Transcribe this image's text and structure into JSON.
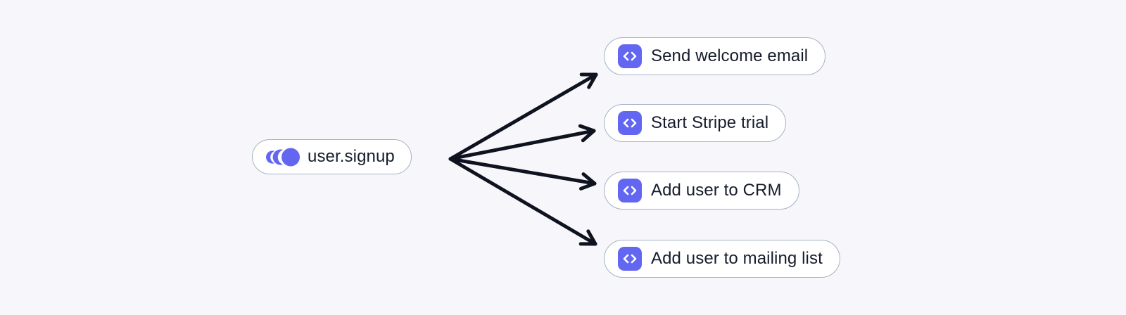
{
  "diagram": {
    "event_node": {
      "label": "user.signup",
      "icon": "event-pulse-icon"
    },
    "function_nodes": [
      {
        "label": "Send welcome email",
        "icon": "code-icon"
      },
      {
        "label": "Start Stripe trial",
        "icon": "code-icon"
      },
      {
        "label": "Add user to CRM",
        "icon": "code-icon"
      },
      {
        "label": "Add user to mailing list",
        "icon": "code-icon"
      }
    ],
    "edges": [
      {
        "from": "user.signup",
        "to": "Send welcome email"
      },
      {
        "from": "user.signup",
        "to": "Start Stripe trial"
      },
      {
        "from": "user.signup",
        "to": "Add user to CRM"
      },
      {
        "from": "user.signup",
        "to": "Add user to mailing list"
      }
    ]
  },
  "colors": {
    "background": "#f7f7fb",
    "node_background": "#ffffff",
    "node_border": "#a4b2c5",
    "node_text": "#161c2c",
    "accent": "#6366f1",
    "arrow": "#0f1320"
  }
}
